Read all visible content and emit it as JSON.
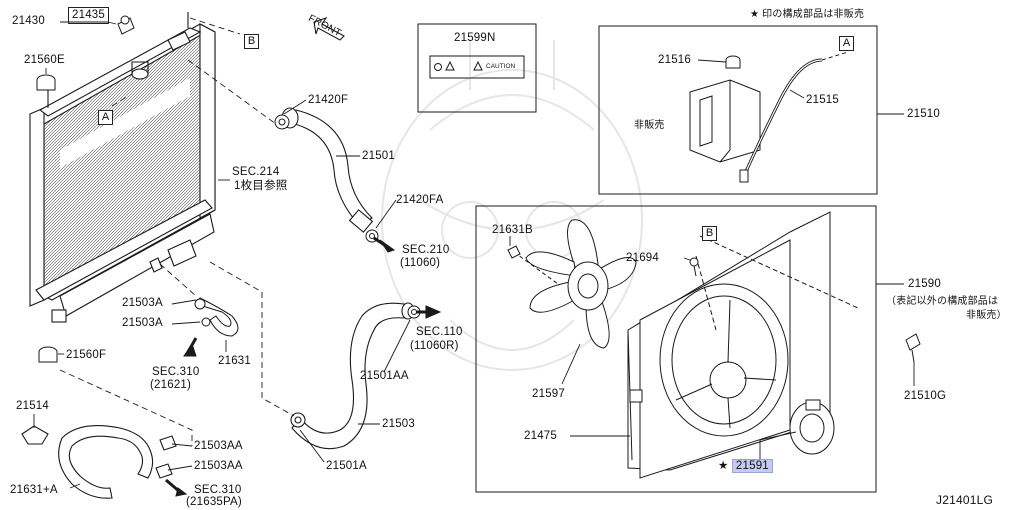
{
  "diagram_id": "J21401LG",
  "note": "★ 印の構成部品は非販売",
  "direction": "FRONT",
  "callouts": {
    "a": "A",
    "b": "B"
  },
  "parts": {
    "p21430": "21430",
    "p21435": "21435",
    "p21560e": "21560E",
    "p21560f": "21560F",
    "p21420f": "21420F",
    "p21501": "21501",
    "p21420fa": "21420FA",
    "p21599n": "21599N",
    "p21516": "21516",
    "p21515": "21515",
    "p21510": "21510",
    "p21631b": "21631B",
    "p21694": "21694",
    "p21590": "21590",
    "p21590_note1": "（表記以外の構成部品は",
    "p21590_note2": "非販売）",
    "p21510g": "21510G",
    "p21597": "21597",
    "p21475": "21475",
    "p21591": "21591",
    "p21503a_1": "21503A",
    "p21503a_2": "21503A",
    "p21631": "21631",
    "p21501aa": "21501AA",
    "p21503": "21503",
    "p21501a": "21501A",
    "p21514": "21514",
    "p21503aa_1": "21503AA",
    "p21503aa_2": "21503AA",
    "p21631a": "21631+A",
    "not_sold": "非販売"
  },
  "references": {
    "sec214": "SEC.214",
    "sec214_note": "1枚目参照",
    "sec210": "SEC.210",
    "sec210_code": "(11060)",
    "sec110": "SEC.110",
    "sec110_code": "(11060R)",
    "sec310a": "SEC.310",
    "sec310a_code": "(21621)",
    "sec310b": "SEC.310",
    "sec310b_code": "(21635PA)"
  },
  "label_text": {
    "caution": "CAUTION"
  },
  "colors": {
    "line": "#1a1a1a",
    "highlight": "#c5cbee",
    "watermark": "#e6e6e6"
  }
}
